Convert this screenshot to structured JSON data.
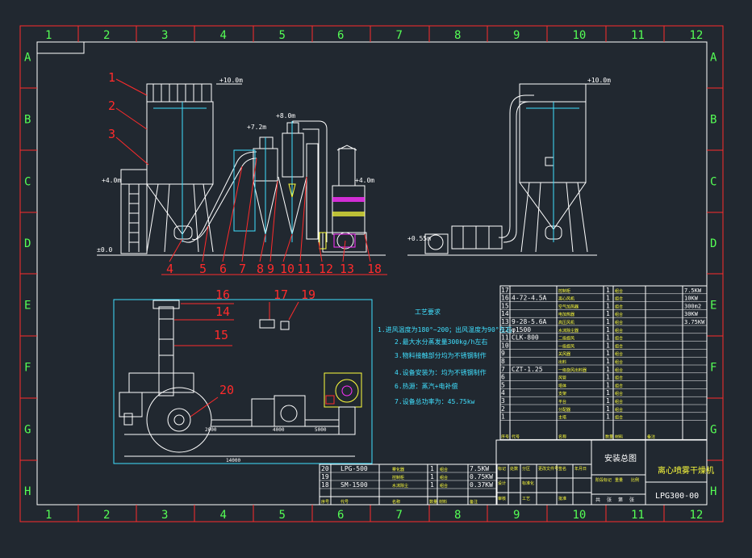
{
  "border": {
    "columns": [
      "1",
      "2",
      "3",
      "4",
      "5",
      "6",
      "7",
      "8",
      "9",
      "10",
      "11",
      "12"
    ],
    "rows": [
      "A",
      "B",
      "C",
      "D",
      "E",
      "F",
      "G",
      "H"
    ]
  },
  "elevations": {
    "top_left": "+10.0m",
    "top_right": "+10.0m",
    "mid_8": "+8.0m",
    "mid_72": "+7.2m",
    "left_4": "+4.0m",
    "right_4": "+4.0m",
    "zero": "±0.0",
    "fan_055": "+0.55m"
  },
  "callouts_top": [
    "1",
    "2",
    "3"
  ],
  "callouts_bottom": [
    "4",
    "5",
    "6",
    "7",
    "8",
    "9",
    "10",
    "11",
    "12",
    "13",
    "18"
  ],
  "callouts_plan": [
    "16",
    "14",
    "15",
    "17",
    "19",
    "20"
  ],
  "requirements": {
    "title": "工艺要求",
    "lines": [
      "1.进风温度为180°~200；出风温度为90°左右",
      "2.最大水分蒸发量300kg/h左右",
      "3.物料接触部分均为不锈钢制作",
      "4.设备安装为：均为不锈钢制作",
      "6.热源：蒸汽+电补偿",
      "7.设备总功率为：45.75kw"
    ]
  },
  "parts_upper": [
    {
      "no": "17",
      "code": "",
      "name": "控制柜",
      "qty": "1",
      "mat": "组合",
      "note": "7.5KW"
    },
    {
      "no": "16",
      "code": "4-72-4.5A",
      "name": "离心风机",
      "qty": "1",
      "mat": "组合",
      "note": "10KW"
    },
    {
      "no": "15",
      "code": "",
      "name": "空气加热器",
      "qty": "1",
      "mat": "组合",
      "note": "300m2"
    },
    {
      "no": "14",
      "code": "",
      "name": "电加热器",
      "qty": "1",
      "mat": "组合",
      "note": "30KW"
    },
    {
      "no": "13",
      "code": "9-28-5.6A",
      "name": "高压风机",
      "qty": "1",
      "mat": "组合",
      "note": "3.75KW"
    },
    {
      "no": "12",
      "code": "φ1500",
      "name": "水沫除尘器",
      "qty": "1",
      "mat": "组合",
      "note": ""
    },
    {
      "no": "11",
      "code": "CLK-800",
      "name": "二级旋风",
      "qty": "1",
      "mat": "组合",
      "note": ""
    },
    {
      "no": "10",
      "code": "",
      "name": "一级旋风",
      "qty": "1",
      "mat": "组合",
      "note": ""
    },
    {
      "no": "9",
      "code": "",
      "name": "关风器",
      "qty": "1",
      "mat": "组合",
      "note": ""
    },
    {
      "no": "8",
      "code": "",
      "name": "出料",
      "qty": "1",
      "mat": "组合",
      "note": ""
    },
    {
      "no": "7",
      "code": "CZT-1.25",
      "name": "一级旋风出料器",
      "qty": "1",
      "mat": "组合",
      "note": ""
    },
    {
      "no": "6",
      "code": "",
      "name": "风管",
      "qty": "1",
      "mat": "组合",
      "note": ""
    },
    {
      "no": "5",
      "code": "",
      "name": "塔体",
      "qty": "1",
      "mat": "组合",
      "note": ""
    },
    {
      "no": "4",
      "code": "",
      "name": "支架",
      "qty": "1",
      "mat": "组合",
      "note": ""
    },
    {
      "no": "3",
      "code": "",
      "name": "平台",
      "qty": "1",
      "mat": "组合",
      "note": ""
    },
    {
      "no": "2",
      "code": "",
      "name": "分配器",
      "qty": "1",
      "mat": "组合",
      "note": ""
    },
    {
      "no": "1",
      "code": "",
      "name": "主塔",
      "qty": "1",
      "mat": "组合",
      "note": ""
    }
  ],
  "parts_upper_header": [
    "序号",
    "代号",
    "名称",
    "数量",
    "材料",
    "备注"
  ],
  "parts_lower": [
    {
      "no": "20",
      "code": "LPG-500",
      "name": "雾化器",
      "qty": "1",
      "mat": "组合",
      "note": "7.5KW"
    },
    {
      "no": "19",
      "code": "",
      "name": "控制柜",
      "qty": "1",
      "mat": "组合",
      "note": "0.75KW"
    },
    {
      "no": "18",
      "code": "SM-1500",
      "name": "水沫除尘",
      "qty": "1",
      "mat": "组合",
      "note": "0.37KW"
    }
  ],
  "parts_lower_header": [
    "序号",
    "代号",
    "名称",
    "数量",
    "材料",
    "备注"
  ],
  "title_block": {
    "drawing_name": "安装总图",
    "product": "离心喷雾干燥机",
    "drawing_no": "LPG300-00",
    "labels": [
      "标记",
      "处数",
      "分区",
      "更改文件号",
      "签名",
      "年月日"
    ],
    "labels2": [
      "设计",
      "标准化",
      "阶段标记",
      "重量",
      "比例"
    ],
    "labels3": [
      "审核",
      "工艺",
      "批准"
    ],
    "sheet": [
      "共",
      "张",
      "第",
      "张"
    ]
  },
  "dims": {
    "d1": "2000",
    "d2": "14000",
    "d3": "4000",
    "d4": "5000"
  },
  "colors": {
    "border": "#ff2b2b",
    "line": "#ffffff",
    "cyan": "#40e0ff",
    "yellow": "#ffff3b",
    "green": "#55ff55",
    "magenta": "#ff30ff"
  }
}
